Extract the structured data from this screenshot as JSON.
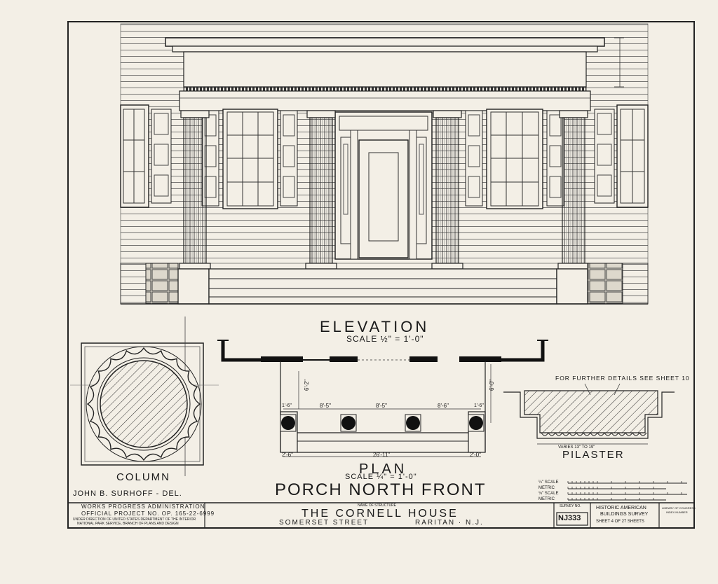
{
  "elevation": {
    "title": "ELEVATION",
    "scale": "SCALE ½\" = 1'-0\""
  },
  "plan": {
    "title": "PLAN",
    "scale": "SCALE ¼\" = 1'-0\"",
    "dims": [
      "8'-5\"",
      "8'-5\"",
      "8'-6\"",
      "26'-11\"",
      "6'-2\"",
      "6'-0\"",
      "2'-6\"",
      "2'-0\"",
      "1'-6\"",
      "1'-6\""
    ]
  },
  "drawing_title": "PORCH NORTH FRONT",
  "column": {
    "title": "COLUMN"
  },
  "pilaster": {
    "title": "PILASTER",
    "note": "FOR FURTHER DETAILS SEE SHEET 10",
    "varies": "VARIES 13\" TO 19\""
  },
  "delineator": "JOHN B. SURHOFF - DEL.",
  "wpa": {
    "line1": "WORKS PROGRESS ADMINISTRATION",
    "line2": "OFFICIAL PROJECT NO. OP. 165-22-6999",
    "line3": "UNDER DIRECTION OF UNITED STATES DEPARTMENT OF THE INTERIOR",
    "line4": "NATIONAL PARK SERVICE, BRANCH OF PLANS AND DESIGN"
  },
  "structure": {
    "label": "NAME OF STRUCTURE",
    "name": "THE CORNELL HOUSE",
    "street": "SOMERSET STREET",
    "city": "RARITAN · N.J."
  },
  "survey": {
    "label": "SURVEY NO.",
    "number": "NJ333"
  },
  "habs": {
    "line1": "HISTORIC AMERICAN",
    "line2": "BUILDINGS SURVEY",
    "sheet": "SHEET 4 OF 27 SHEETS"
  },
  "library": {
    "line1": "LIBRARY OF CONGRESS",
    "line2": "INDEX NUMBER"
  },
  "scalebars": {
    "row1": "¼\" SCALE",
    "row2": "METRIC",
    "row3": "⅛\" SCALE",
    "row4": "METRIC"
  }
}
